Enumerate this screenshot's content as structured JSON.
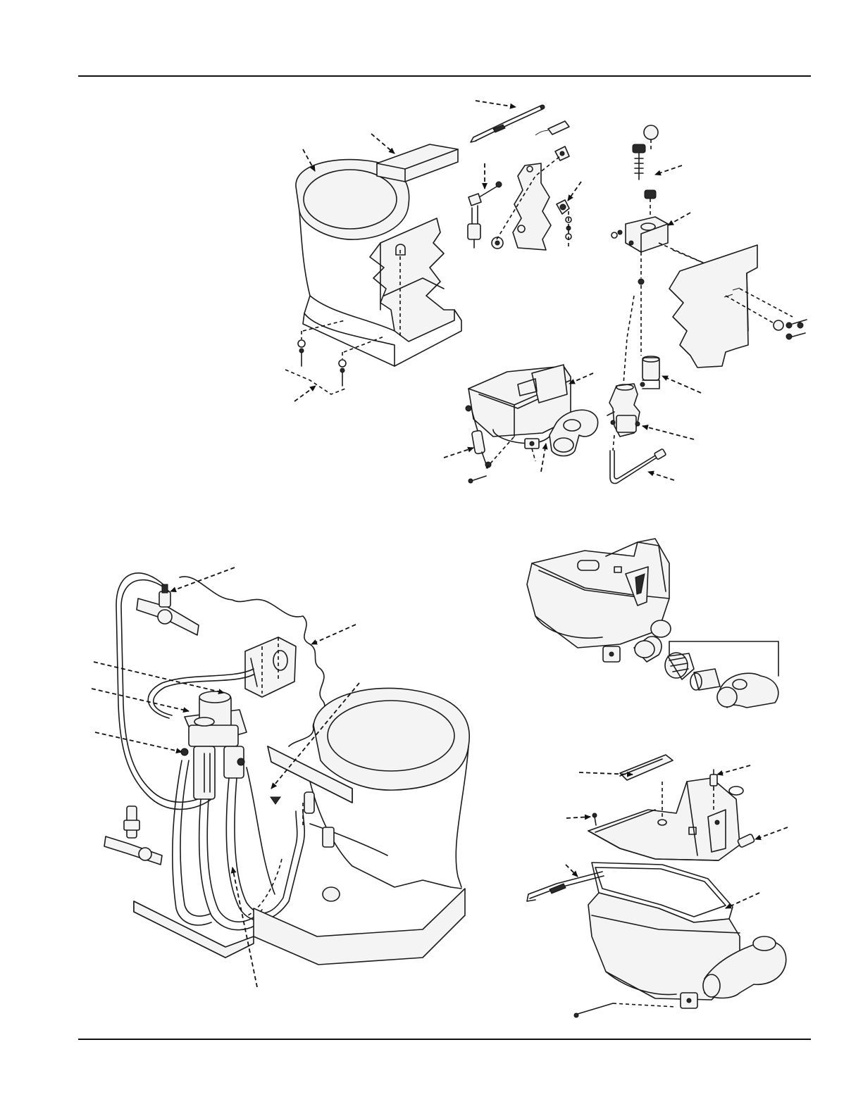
{
  "document": {
    "description_text": ""
  },
  "figures": [
    {
      "id": "fig-top-exploded",
      "name": "toilet-exploded-view"
    },
    {
      "id": "fig-bottom-left",
      "name": "toilet-plumbing-view"
    },
    {
      "id": "fig-right-mid",
      "name": "bowl-flange-assembly"
    },
    {
      "id": "fig-right-bottom",
      "name": "bowl-assembly-exploded"
    }
  ],
  "colors": {
    "line": "#1a1a1a",
    "paper": "#ffffff"
  }
}
